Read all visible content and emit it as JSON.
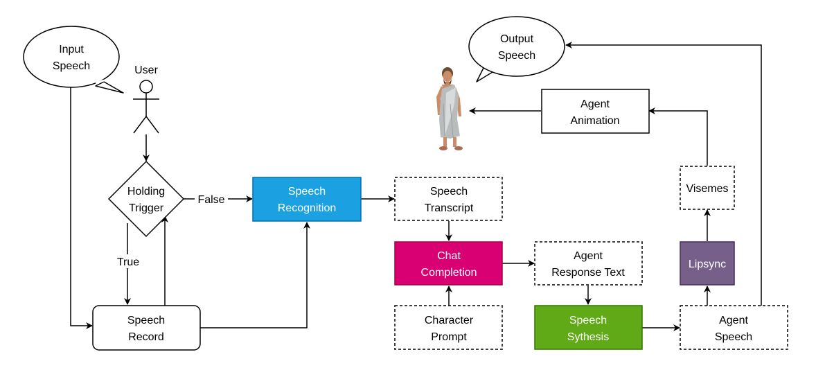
{
  "bubbles": {
    "input": [
      "Input",
      "Speech"
    ],
    "output": [
      "Output",
      "Speech"
    ]
  },
  "user_label": "User",
  "decision": {
    "lines": [
      "Holding",
      "Trigger"
    ],
    "false_label": "False",
    "true_label": "True"
  },
  "nodes": {
    "speech_record": [
      "Speech",
      "Record"
    ],
    "speech_recognition": [
      "Speech",
      "Recognition"
    ],
    "speech_transcript": [
      "Speech",
      "Transcript"
    ],
    "chat_completion": [
      "Chat",
      "Completion"
    ],
    "character_prompt": [
      "Character",
      "Prompt"
    ],
    "agent_response_text": [
      "Agent",
      "Response Text"
    ],
    "speech_synthesis": [
      "Speech",
      "Sythesis"
    ],
    "agent_speech": [
      "Agent",
      "Speech"
    ],
    "lipsync": [
      "Lipsync"
    ],
    "visemes": [
      "Visemes"
    ],
    "agent_animation": [
      "Agent",
      "Animation"
    ]
  },
  "colors": {
    "speech_recognition": "#1ba1e2",
    "chat_completion": "#d80073",
    "speech_synthesis": "#60a917",
    "lipsync": "#76608a"
  }
}
